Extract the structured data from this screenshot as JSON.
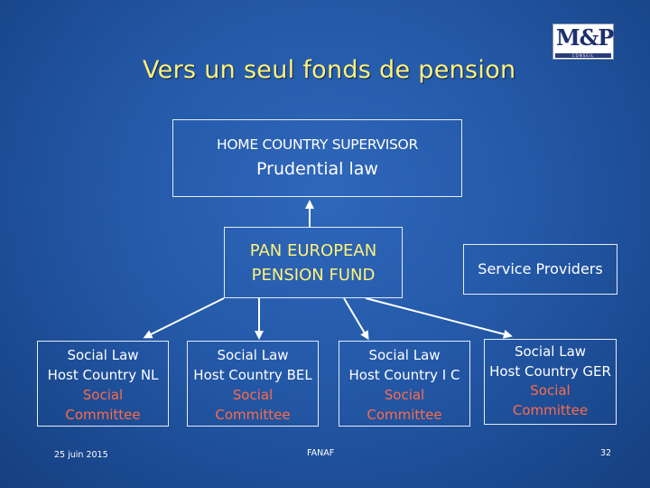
{
  "title": "Vers un seul fonds de pension",
  "logo": {
    "mark": "M&P",
    "sub": "CONSEIL"
  },
  "supervisor": {
    "line1": "HOME COUNTRY SUPERVISOR",
    "line2": "Prudential law"
  },
  "fund": {
    "line1": "PAN EUROPEAN",
    "line2": "PENSION FUND"
  },
  "service_providers": "Service Providers",
  "social_boxes": [
    {
      "line1": "Social Law",
      "line2": "Host Country NL",
      "line3": "Social",
      "line4": "Committee"
    },
    {
      "line1": "Social Law",
      "line2": "Host Country BEL",
      "line3": "Social",
      "line4": "Committee"
    },
    {
      "line1": "Social Law",
      "line2": "Host Country I C",
      "line3": "Social",
      "line4": "Committee"
    },
    {
      "line1": "Social Law",
      "line2": "Host Country GER",
      "line3": "Social",
      "line4": "Committee"
    }
  ],
  "footer": {
    "date": "25 juin 2015",
    "center": "FANAF",
    "page": "32"
  },
  "colors": {
    "title": "#fff27a",
    "committee": "#ff6b4a",
    "box_border": "#e6ecf5"
  }
}
